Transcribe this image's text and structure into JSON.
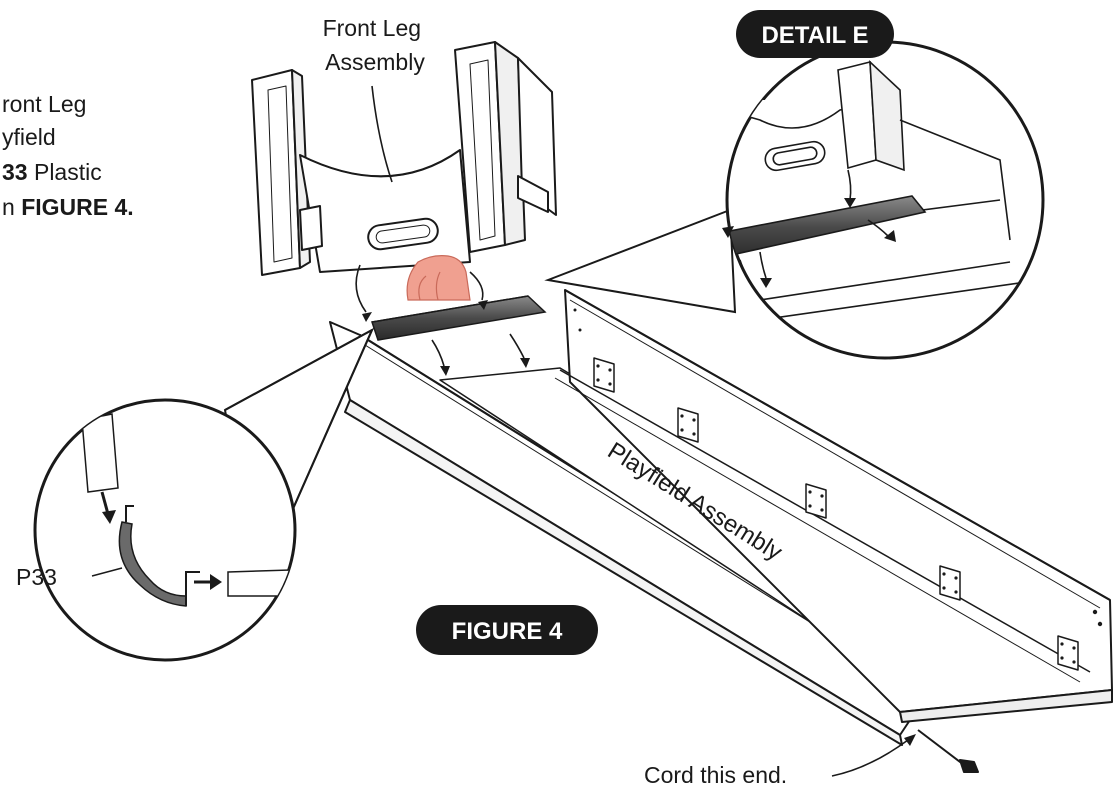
{
  "labels": {
    "front_leg_assembly": [
      "Front Leg",
      "Assembly"
    ],
    "playfield_assembly": "Playfield Assembly",
    "p33": "P33",
    "cord_end": "Cord this end."
  },
  "badges": {
    "figure": "FIGURE 4",
    "detail": "DETAIL E"
  },
  "side_text": [
    {
      "text": "ront Leg",
      "bold": false
    },
    {
      "text": "yfield",
      "bold": false
    },
    {
      "prefix": "33",
      "suffix": " Plastic"
    },
    {
      "prefix": "n ",
      "strong": "FIGURE 4."
    }
  ],
  "colors": {
    "line": "#1a1a1a",
    "plastic": "#5a5a5a",
    "hand": "#f0a090",
    "badge": "#1a1a1a"
  }
}
